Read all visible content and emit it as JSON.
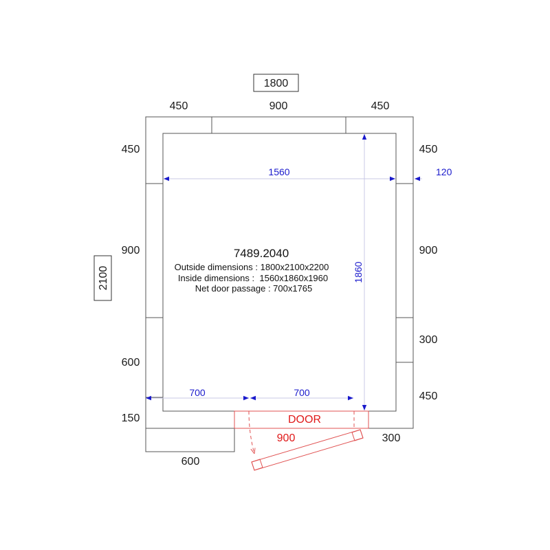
{
  "title": "7489.2040",
  "info": {
    "outside": "Outside dimensions : 1800x2100x2200",
    "inside": "Inside dimensions :  1560x1860x1960",
    "door_passage": "Net door passage : 700x1765"
  },
  "overall": {
    "width": "1800",
    "depth": "2100"
  },
  "top_panels": [
    "450",
    "900",
    "450"
  ],
  "left_panels": [
    "450",
    "900",
    "600",
    "150"
  ],
  "right_panels": [
    "450",
    "900",
    "300",
    "450"
  ],
  "bottom": {
    "left_panel": "600",
    "right_panel": "300"
  },
  "inner": {
    "width": "1560",
    "depth": "1860",
    "wall": "120",
    "left_span": "700",
    "right_span": "700"
  },
  "door": {
    "label": "DOOR",
    "width": "900"
  },
  "colors": {
    "wall": "#555555",
    "dimension": "#1a1acc",
    "door": "#e01818"
  }
}
